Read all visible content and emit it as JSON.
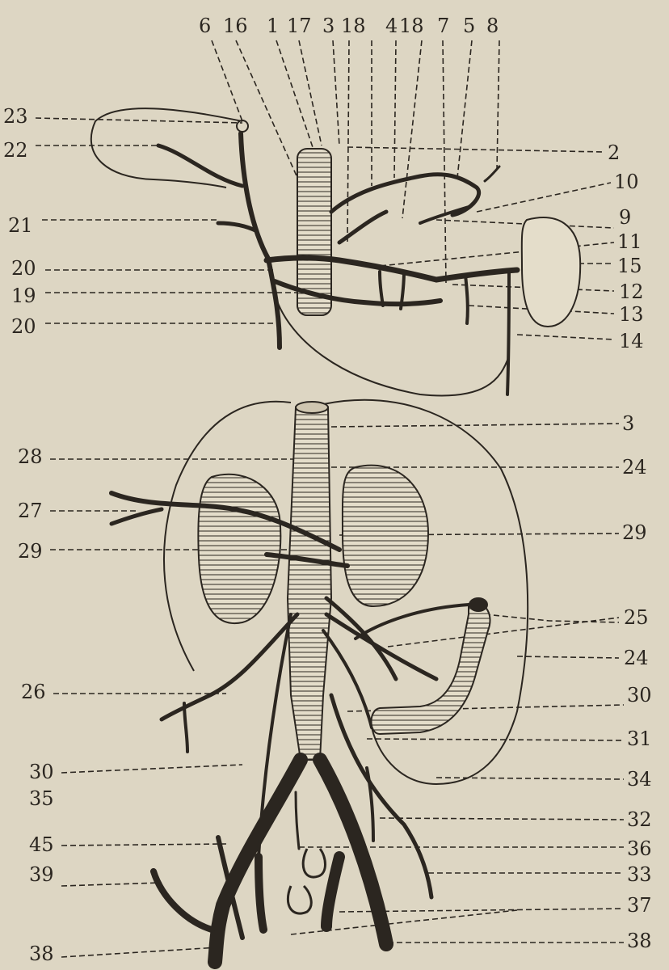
{
  "figure": {
    "colors": {
      "paper": "#ddd6c3",
      "ink": "#2b2620"
    },
    "upper": {
      "top_labels": [
        "6",
        "16",
        "1",
        "17",
        "3",
        "18",
        "4",
        "18",
        "7",
        "5",
        "8"
      ],
      "left_labels": [
        "23",
        "22",
        "21",
        "20",
        "19",
        "20"
      ],
      "right_labels": [
        "2",
        "10",
        "9",
        "11",
        "15",
        "12",
        "13",
        "14"
      ]
    },
    "lower": {
      "left_labels": [
        "28",
        "27",
        "29",
        "26",
        "30",
        "35",
        "45",
        "39",
        "38"
      ],
      "right_labels": [
        "3",
        "24",
        "29",
        "25",
        "24",
        "30",
        "31",
        "34",
        "32",
        "36",
        "33",
        "37",
        "38"
      ]
    }
  }
}
